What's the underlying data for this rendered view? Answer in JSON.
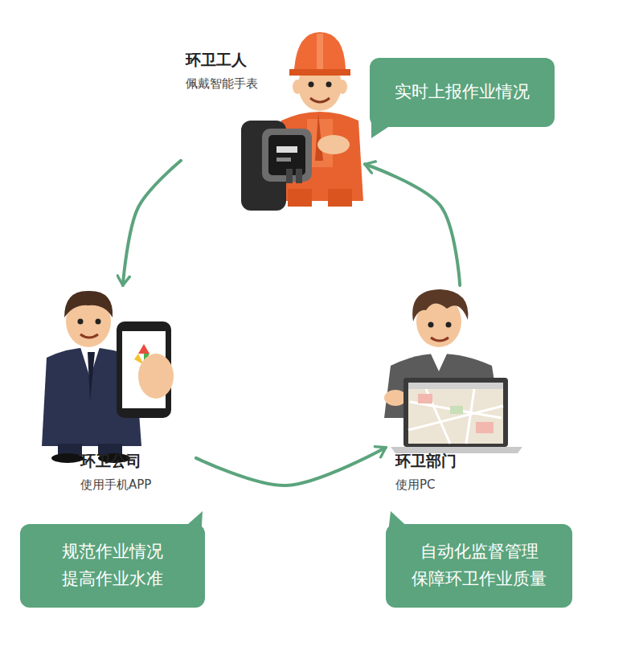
{
  "diagram": {
    "nodes": [
      {
        "text": [
          "环卫工人",
          "佩戴智能手表"
        ]
      },
      {
        "text": [
          "实时上报作业情况"
        ]
      },
      {
        "text": [
          "环卫公司",
          "使用手机APP"
        ]
      },
      {
        "text": [
          "环卫部门",
          "使用PC"
        ]
      },
      {
        "text": [
          "规范作业情况 提高作业水准"
        ]
      },
      {
        "text": [
          "自动化监督管理 保障环卫作业质量"
        ]
      }
    ],
    "edges": [
      {
        "from": 0,
        "to": 2,
        "arrow": "to"
      },
      {
        "from": 2,
        "to": 3,
        "arrow": "to"
      },
      {
        "from": 3,
        "to": 0,
        "arrow": "to"
      }
    ]
  }
}
